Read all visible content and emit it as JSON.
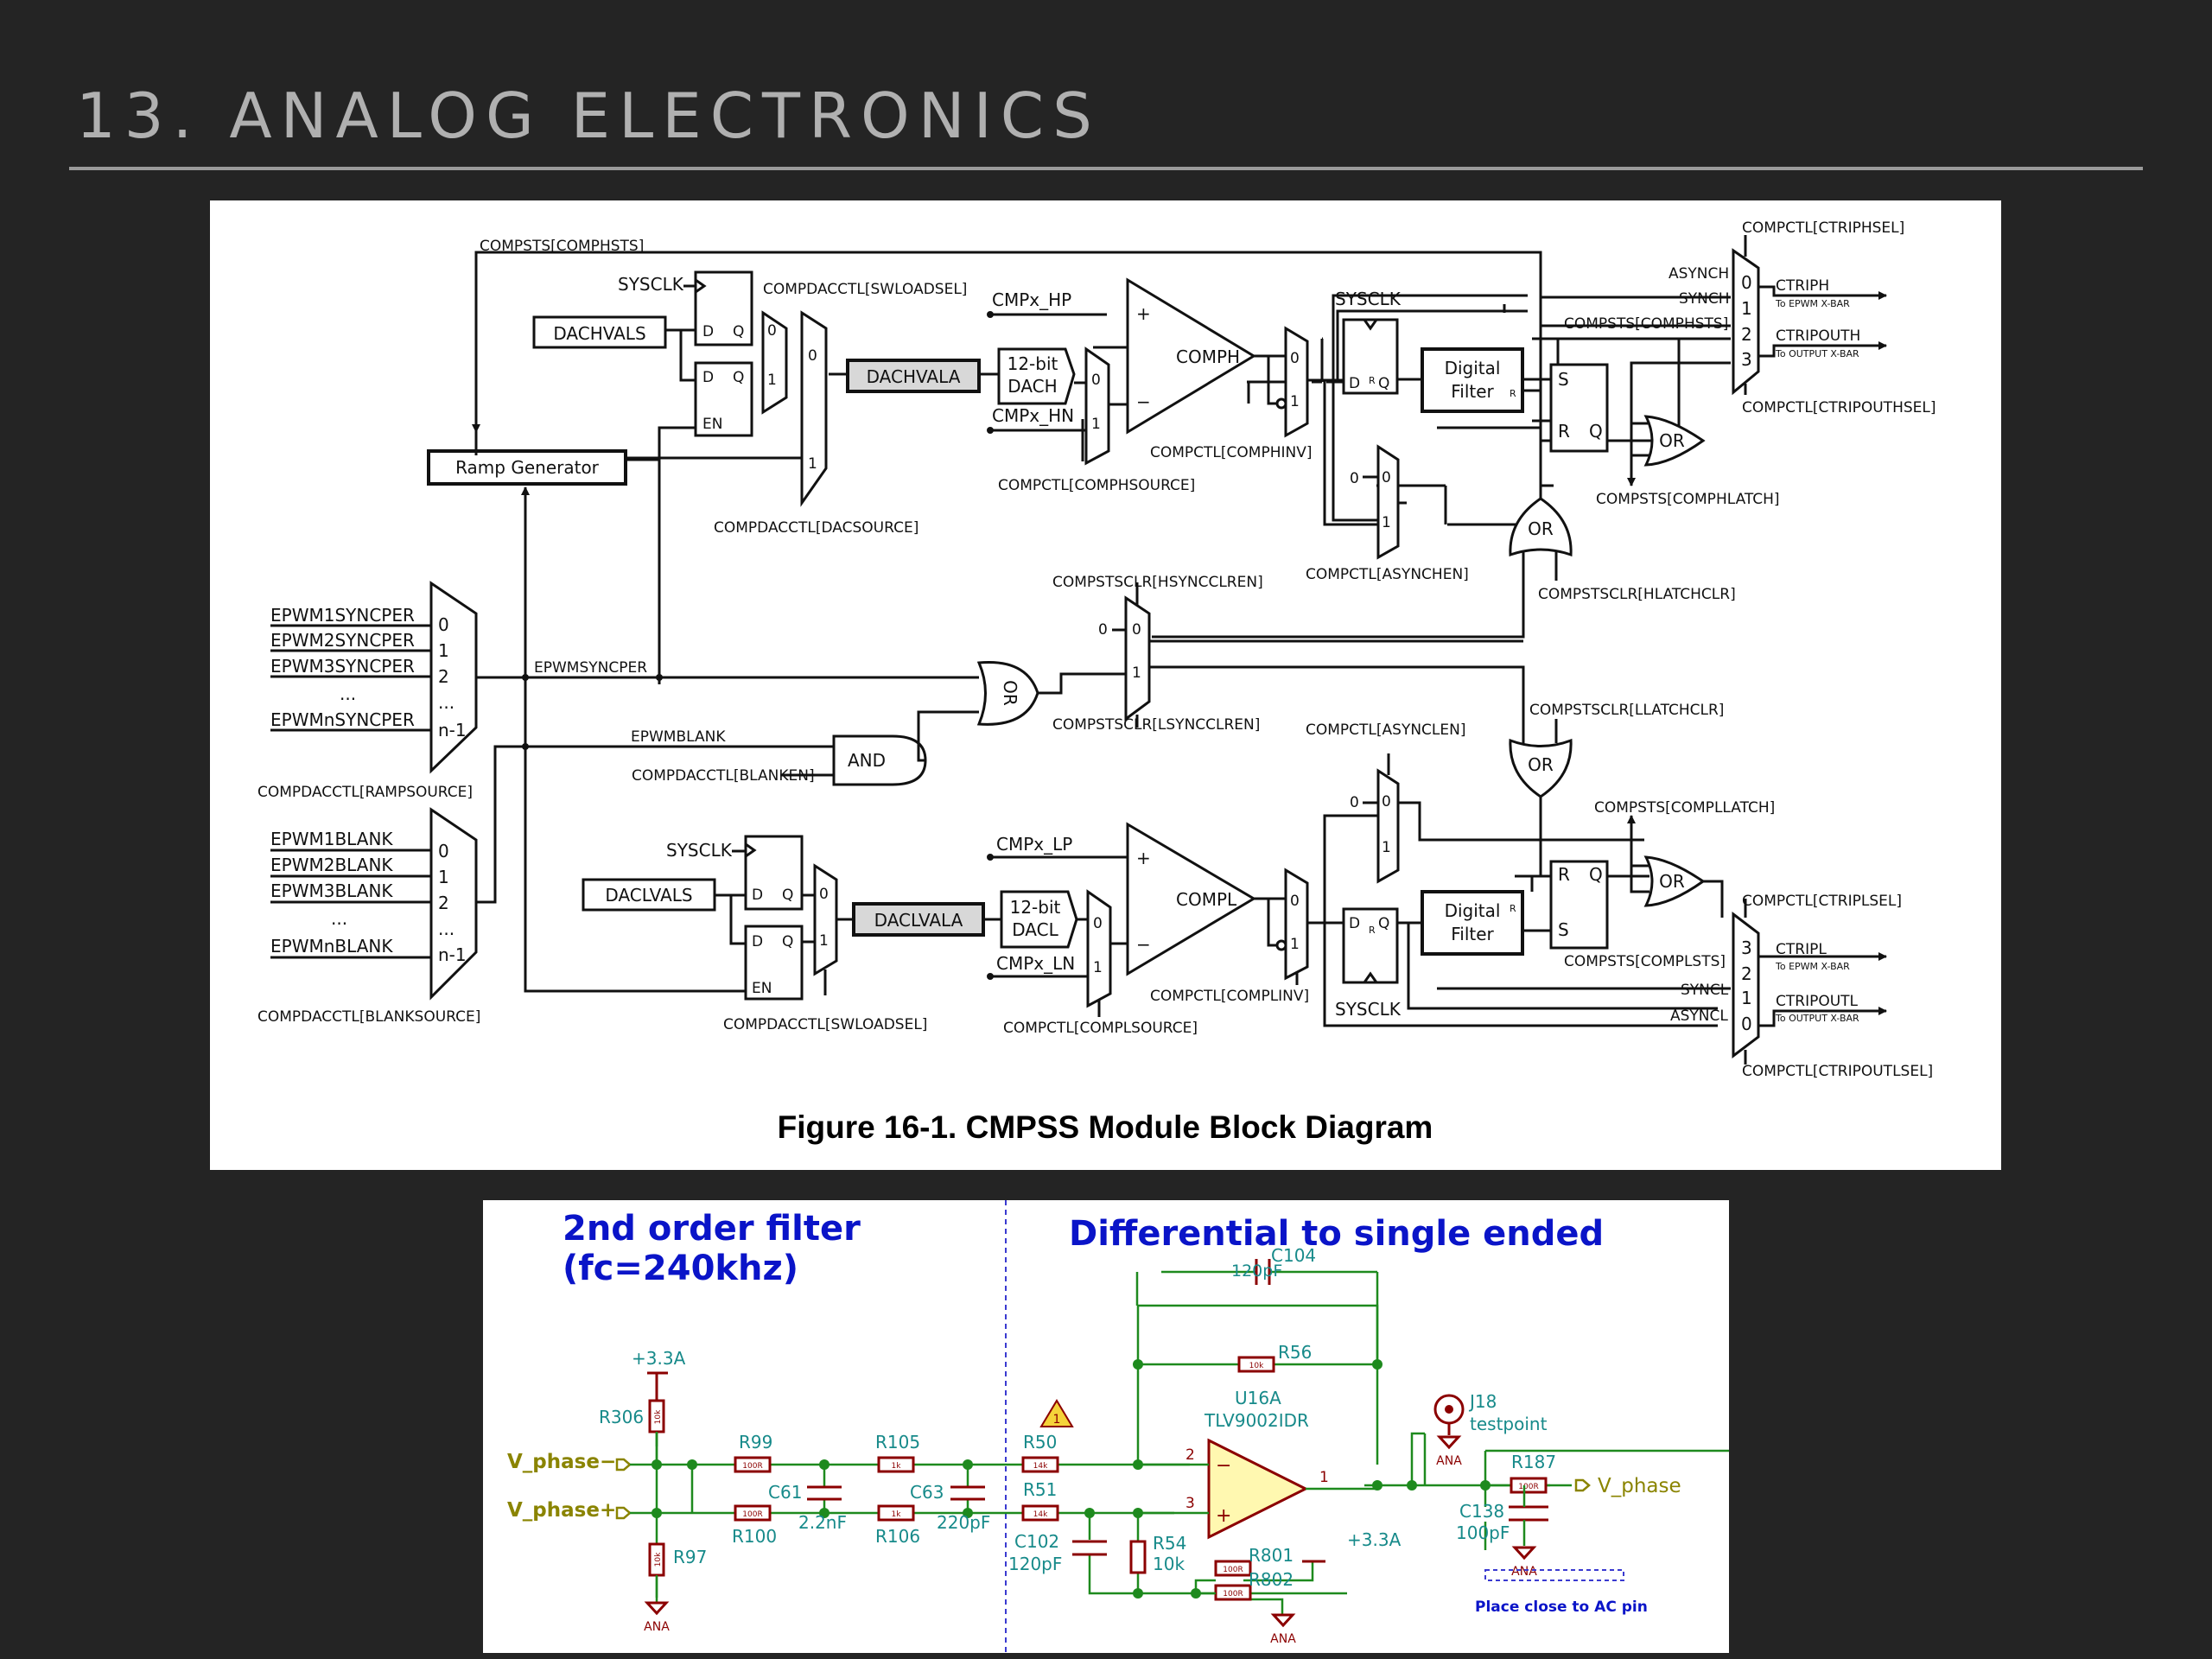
{
  "slide": {
    "title": "13. ANALOG ELECTRONICS"
  },
  "figure": {
    "caption": "Figure 16-1. CMPSS Module Block Diagram",
    "labels": {
      "compsts_comphsts_top": "COMPSTS[COMPHSTS]",
      "sysclk_high_dac": "SYSCLK",
      "compdacctl_swloadsel_top": "COMPDACCTL[SWLOADSEL]",
      "dachvals": "DACHVALS",
      "dachvala": "DACHVALA",
      "dach_line1": "12-bit",
      "dach_line2": "DACH",
      "cmpx_hp": "CMPx_HP",
      "cmpx_hn": "CMPx_HN",
      "comph": "COMPH",
      "compctl_comphsource": "COMPCTL[COMPHSOURCE]",
      "compctl_comphinv": "COMPCTL[COMPHINV]",
      "sysclk_high_ff": "SYSCLK",
      "digital_filter_line1": "Digital",
      "digital_filter_line2": "Filter",
      "compctl_ctriphsel": "COMPCTL[CTRIPHSEL]",
      "asynch": "ASYNCH",
      "synch": "SYNCH",
      "compsts_comphsts_mux": "COMPSTS[COMPHSTS]",
      "ctriph": "CTRIPH",
      "to_epwm_xbar": "To EPWM X-BAR",
      "ctripouth": "CTRIPOUTH",
      "to_output_xbar": "To OUTPUT X-BAR",
      "compctl_ctripouthsel": "COMPCTL[CTRIPOUTHSEL]",
      "or": "OR",
      "compsts_comphlatch": "COMPSTS[COMPHLATCH]",
      "compctl_asynchen": "COMPCTL[ASYNCHEN]",
      "compstsclr_hlatchclr": "COMPSTSCLR[HLATCHCLR]",
      "ramp_generator": "Ramp Generator",
      "compdacctl_dacsource": "COMPDACCTL[DACSOURCE]",
      "compstsclr_hsyncclren": "COMPSTSCLR[HSYNCCLREN]",
      "compstsclr_lsyncclren": "COMPSTSCLR[LSYNCCLREN]",
      "epwm1syncper": "EPWM1SYNCPER",
      "epwm2syncper": "EPWM2SYNCPER",
      "epwm3syncper": "EPWM3SYNCPER",
      "epwmnsyncper": "EPWMnSYNCPER",
      "epwmsyncper": "EPWMSYNCPER",
      "epwmblank": "EPWMBLANK",
      "compdacctl_blanken": "COMPDACCTL[BLANKEN]",
      "and": "AND",
      "compdacctl_rampsource": "COMPDACCTL[RAMPSOURCE]",
      "compstsclr_llatchclr": "COMPSTSCLR[LLATCHCLR]",
      "compctl_asynclen": "COMPCTL[ASYNCLEN]",
      "compsts_compllatch": "COMPSTS[COMPLLATCH]",
      "epwm1blank": "EPWM1BLANK",
      "epwm2blank": "EPWM2BLANK",
      "epwm3blank": "EPWM3BLANK",
      "epwmnblank": "EPWMnBLANK",
      "compdacctl_blanksource": "COMPDACCTL[BLANKSOURCE]",
      "sysclk_low_dac": "SYSCLK",
      "daclvals": "DACLVALS",
      "daclvala": "DACLVALA",
      "dacl_line1": "12-bit",
      "dacl_line2": "DACL",
      "cmpx_lp": "CMPx_LP",
      "cmpx_ln": "CMPx_LN",
      "compl": "COMPL",
      "compdacctl_swloadsel_bottom": "COMPDACCTL[SWLOADSEL]",
      "compctl_complsource": "COMPCTL[COMPLSOURCE]",
      "compctl_complinv": "COMPCTL[COMPLINV]",
      "sysclk_low_ff": "SYSCLK",
      "compctl_ctriplsel": "COMPCTL[CTRIPLSEL]",
      "ctripl": "CTRIPL",
      "compsts_complsts": "COMPSTS[COMPLSTS]",
      "syncl": "SYNCL",
      "asyncl": "ASYNCL",
      "ctripoutl": "CTRIPOUTL",
      "compctl_ctripoutlsel": "COMPCTL[CTRIPOUTLSEL]",
      "d": "D",
      "q": "Q",
      "en": "EN",
      "s": "S",
      "r": "R",
      "n0": "0",
      "n1": "1",
      "n2": "2",
      "n3": "3",
      "ell": "...",
      "nm1": "n-1",
      "plus": "+",
      "minus": "−"
    }
  },
  "schematic": {
    "section_filter_line1": "2nd order filter",
    "section_filter_line2": "(fc=240khz)",
    "section_diff": "Differential to single ended",
    "v_phase_minus": "V_phase−",
    "v_phase_plus": "V_phase+",
    "v_phase_out": "V_phase",
    "supply_1": "+3.3A",
    "supply_2": "+3.3A",
    "ana": "ANA",
    "r306": "R306",
    "r306_val": "10k",
    "r99": "R99",
    "r99_val": "100R",
    "r100": "R100",
    "r100_val": "100R",
    "r97": "R97",
    "r97_val": "10k",
    "c61": "C61",
    "c61_val": "2.2nF",
    "r105": "R105",
    "r105_val": "1k",
    "r106": "R106",
    "r106_val": "1k",
    "c63": "C63",
    "c63_val": "220pF",
    "r50": "R50",
    "r50_val": "14k",
    "r51": "R51",
    "r51_val": "14k",
    "c104": "C104",
    "c104_val": "120pF",
    "r56": "R56",
    "r56_val": "10k",
    "u16a": "U16A",
    "u16a_part": "TLV9002IDR",
    "pin2": "2",
    "pin3": "3",
    "pin1": "1",
    "c102": "C102",
    "c102_val": "120pF",
    "r54": "R54",
    "r54_val": "10k",
    "r801": "R801",
    "r801_val": "100R",
    "r802": "R802",
    "r802_val": "100R",
    "j18": "J18",
    "testpoint": "testpoint",
    "r187": "R187",
    "r187_val": "100R",
    "c138": "C138",
    "c138_val": "100pF",
    "place_note": "Place close to AC pin",
    "warn": "1"
  }
}
